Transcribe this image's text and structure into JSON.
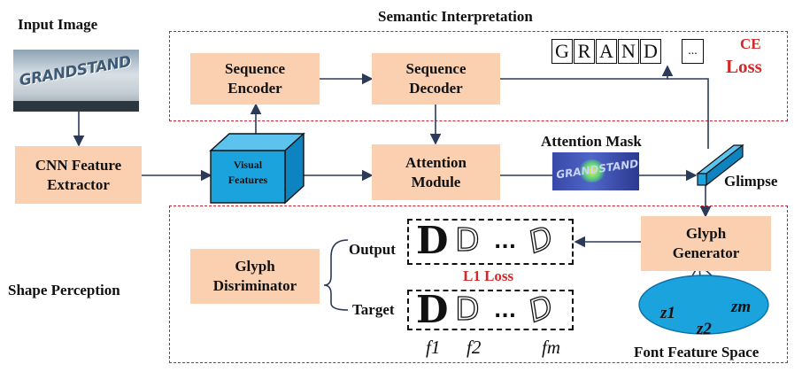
{
  "labels": {
    "input_image": "Input Image",
    "semantic_interpretation": "Semantic Interpretation",
    "ce": "CE",
    "loss": "Loss",
    "attention_mask": "Attention Mask",
    "glimpse": "Glimpse",
    "shape_perception": "Shape Perception",
    "output": "Output",
    "target": "Target",
    "l1_loss": "L1 Loss",
    "font_feature_space": "Font Feature Space",
    "ellipsis": "..."
  },
  "boxes": {
    "cnn_extractor": "CNN Feature\nExtractor",
    "sequence_encoder": "Sequence\nEncoder",
    "sequence_decoder": "Sequence\nDecoder",
    "attention_module": "Attention\nModule",
    "glyph_generator": "Glyph\nGenerator",
    "glyph_discriminator": "Glyph\nDisriminator",
    "visual_features": "Visual\nFeatures"
  },
  "decoded_chars": [
    "G",
    "R",
    "A",
    "N",
    "D",
    "..."
  ],
  "latent_vars": [
    "z1",
    "z2",
    "zm"
  ],
  "feature_labels": [
    "f1",
    "f2",
    "fm"
  ],
  "image_text": "GRANDSTAND",
  "colors": {
    "node_fill": "#fbd0b1",
    "region_border": "#c8202c",
    "accent_blue": "#1aa3dd",
    "arrow": "#2c3a5a",
    "loss_red": "#d22a2a"
  }
}
